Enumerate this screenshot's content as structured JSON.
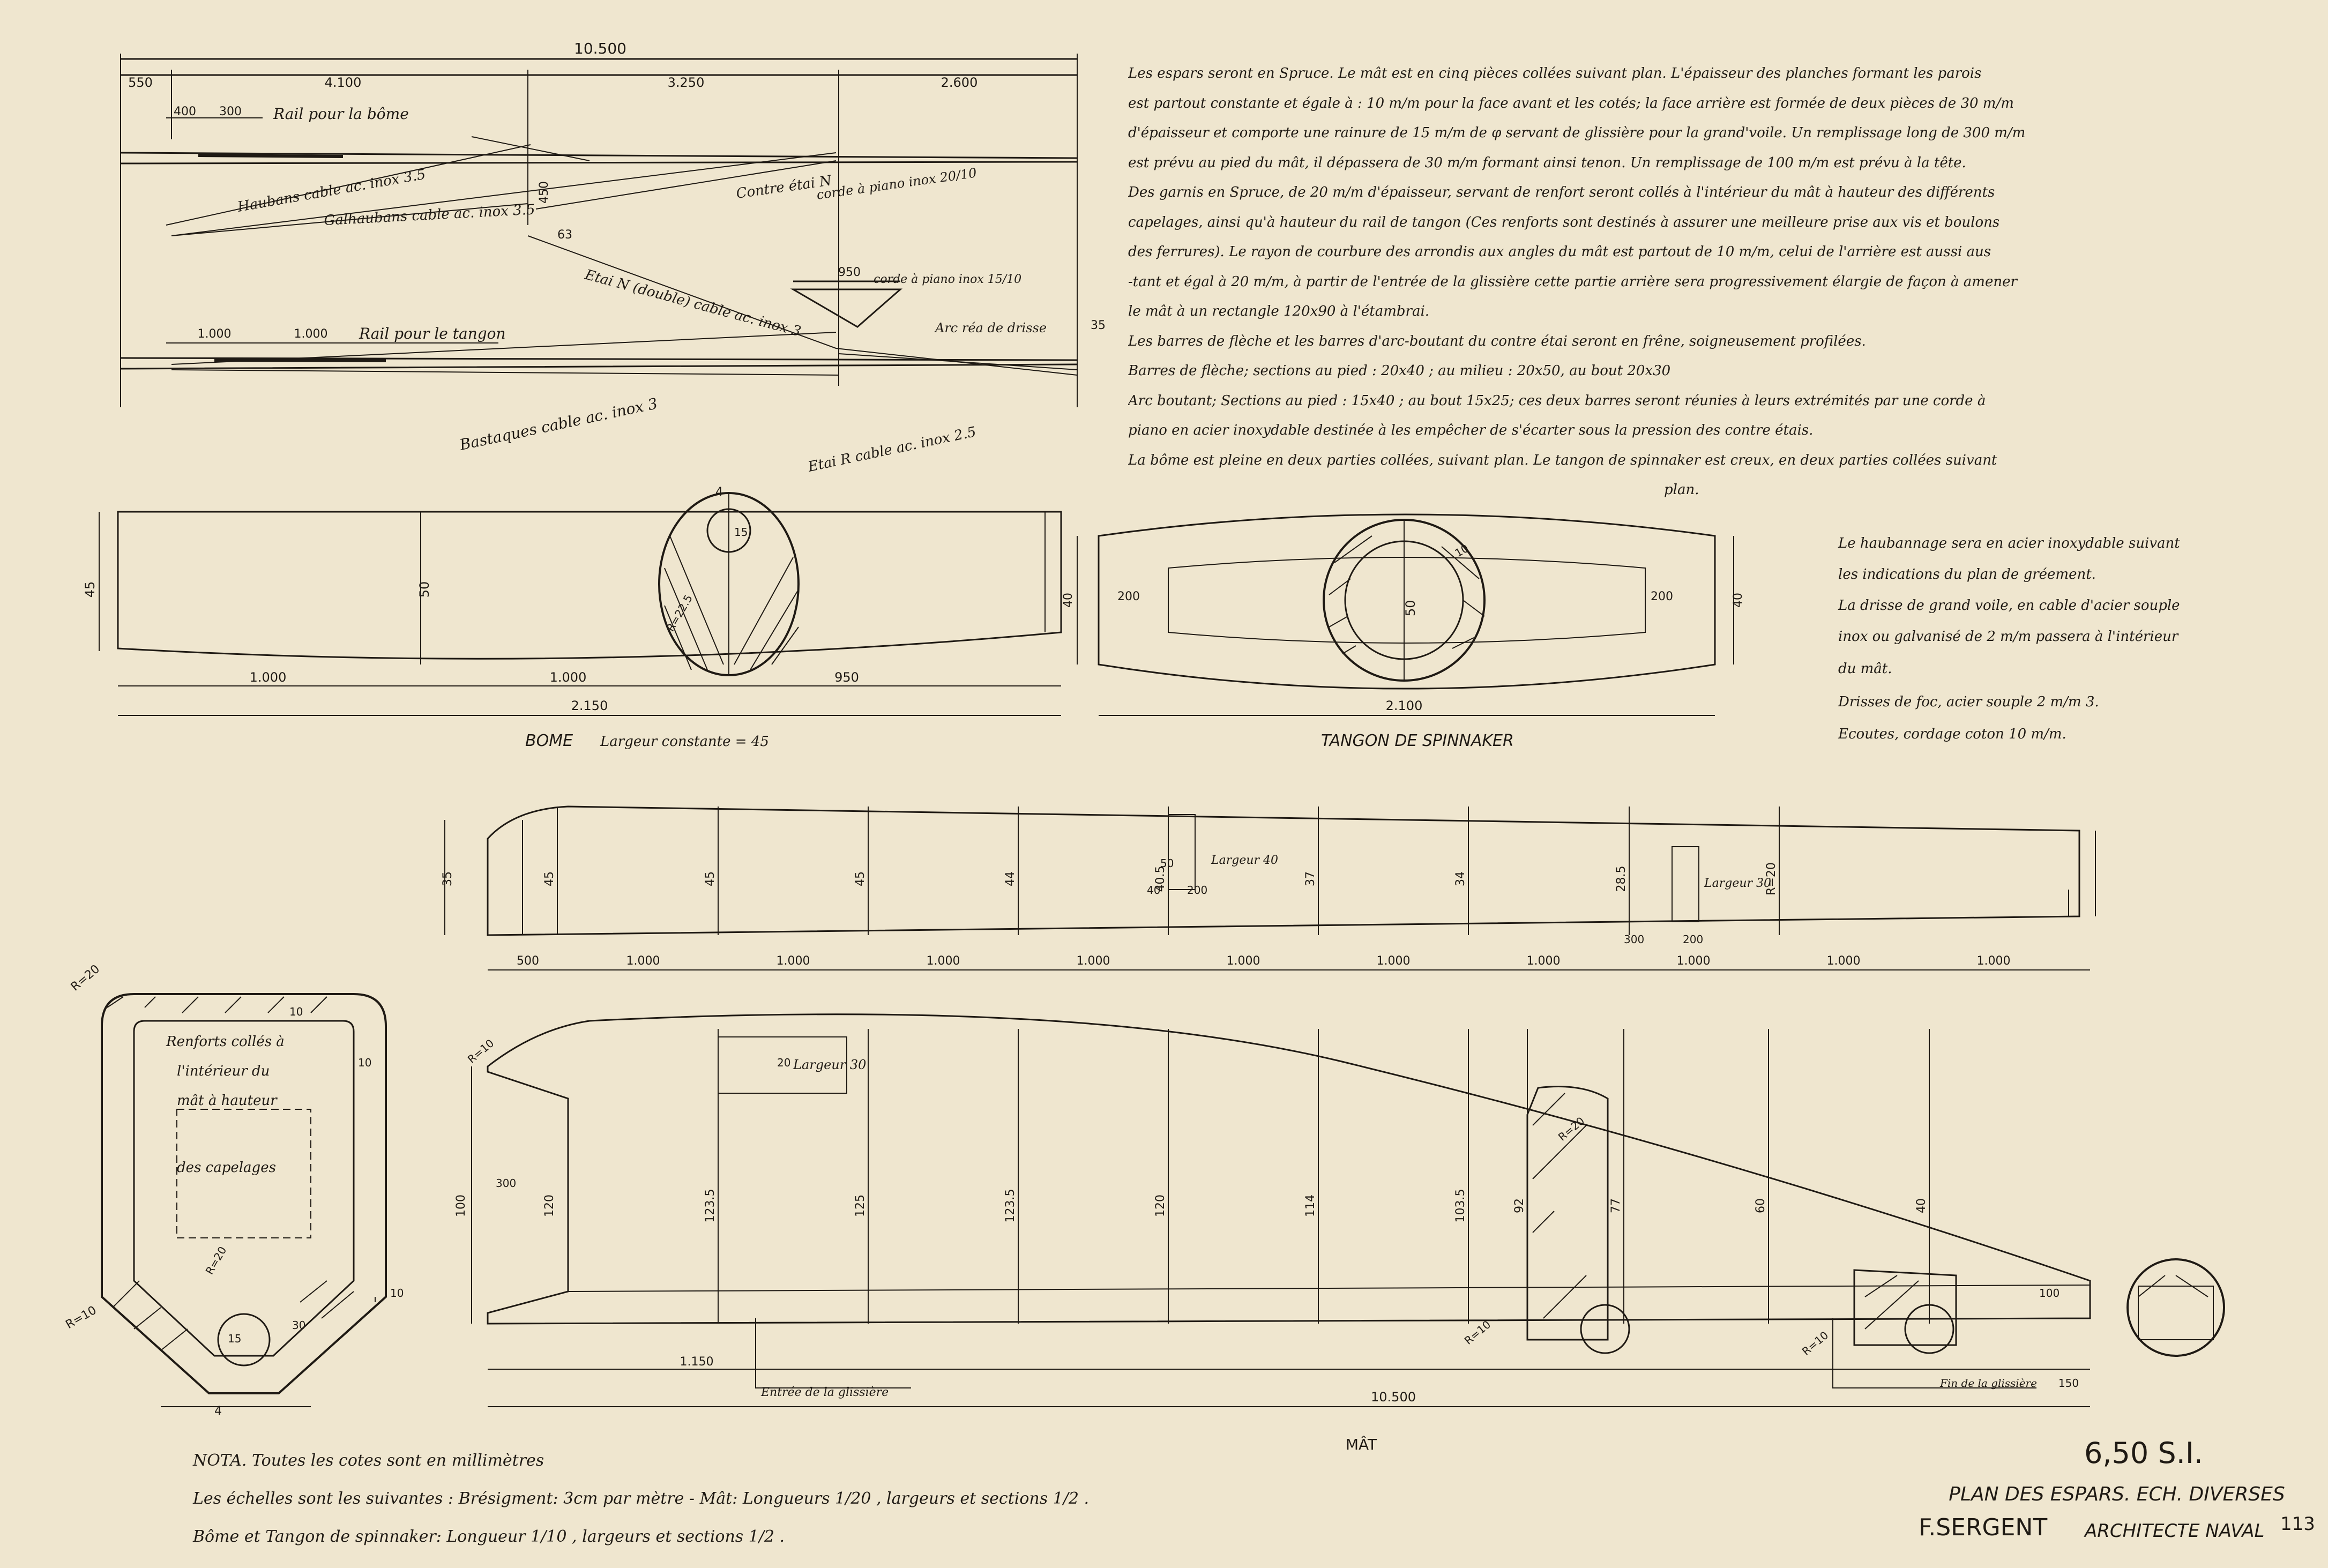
{
  "colors": {
    "paper": "#efe6cf",
    "ink": "#1f1a14",
    "faint": "#7a6f60"
  },
  "title_block": {
    "model": "6,50 S.I.",
    "plan": "PLAN DES ESPARS. ECH. DIVERSES",
    "architect": "F.SERGENT",
    "role": "ARCHITECTE NAVAL",
    "sheet_no": "113"
  },
  "notes": {
    "lines": [
      "Les espars seront en Spruce. Le mât est en cinq pièces collées suivant plan. L'épaisseur des planches formant les parois",
      "est partout constante et égale à : 10 m/m pour la face avant et les cotés; la face arrière est formée de deux pièces de 30 m/m",
      "d'épaisseur et comporte une rainure de 15 m/m de φ servant de glissière pour la grand'voile. Un remplissage long de 300 m/m",
      "est prévu au pied du mât, il dépassera de 30 m/m formant ainsi tenon. Un remplissage de 100 m/m est prévu à la tête.",
      "Des garnis en Spruce, de 20 m/m d'épaisseur, servant de renfort seront collés à l'intérieur du mât à hauteur des différents",
      "capelages, ainsi qu'à hauteur du rail de tangon (Ces renforts sont destinés à assurer une meilleure prise aux vis et boulons",
      "des ferrures). Le rayon de courbure des arrondis aux angles du mât est partout de 10 m/m, celui de l'arrière est aussi aus",
      "-tant et égal à 20 m/m, à partir de l'entrée de la glissière cette partie arrière sera progressivement élargie de façon à amener",
      "le mât à un rectangle 120x90 à l'étambrai.",
      "Les barres de flèche et les barres d'arc-boutant du contre étai seront en frêne, soigneusement profilées.",
      "Barres de flèche; sections au pied : 20x40 ; au milieu : 20x50, au bout 20x30",
      "Arc boutant; Sections au pied : 15x40 ; au bout 15x25; ces deux barres seront réunies à leurs extrémités par une corde à",
      "piano en acier inoxydable destinée à les empêcher de s'écarter sous la pression des contre étais.",
      "La bôme est pleine en deux parties collées, suivant plan. Le tangon de spinnaker est creux, en deux parties collées suivant",
      "plan."
    ],
    "side": [
      "Le haubannage sera en acier inoxydable suivant",
      "les indications du plan de gréement.",
      "La drisse de grand voile, en cable d'acier souple",
      "inox ou galvanisé de 2 m/m passera à l'intérieur",
      "du mât.",
      "Drisses de foc, acier souple 2 m/m 3.",
      "Ecoutes, cordage coton 10 m/m."
    ]
  },
  "footnote": {
    "nota": "NOTA. Toutes les cotes sont en millimètres",
    "scale1": "Les échelles sont les suivantes : Brésigment: 3cm par mètre - Mât: Longueurs 1/20 , largeurs et sections 1/2 .",
    "scale2": "Bôme et Tangon de spinnaker: Longueur 1/10 , largeurs et sections 1/2 ."
  },
  "rigging": {
    "overall": "10.500",
    "segs": [
      "550",
      "4.100",
      "3.250",
      "2.600"
    ],
    "sub": [
      "400",
      "300"
    ],
    "rail_boom": "Rail pour la bôme",
    "rail_tangon": "Rail pour le tangon",
    "tangon_segs": [
      "1.000",
      "1.000"
    ],
    "labels": {
      "haubans": "Haubans cable ac. inox 3.5",
      "galhaubans": "Galhaubans cable ac. inox 3.5",
      "contre_etai": "Contre étai N",
      "corde_piano": "corde à piano inox 20/10",
      "etai_double": "Etai N (double) cable ac. inox 3",
      "corde_piano2": "corde à piano inox 15/10",
      "arc_drisse": "Arc réa de drisse",
      "bastaques": "Bastaques cable ac. inox 3",
      "etai_r": "Etai R cable ac. inox 2.5"
    },
    "dims": {
      "d950": "950",
      "d450": "450",
      "d35": "35",
      "d63": "63"
    }
  },
  "boom": {
    "label": "BOME",
    "sub": "Largeur constante = 45",
    "total": "2.150",
    "segs": [
      "1.000",
      "1.000",
      "950"
    ],
    "height": "50",
    "end": "45",
    "sec_top": "4",
    "sec_d": "15",
    "sec_r": "R=22.5"
  },
  "tangon": {
    "label": "TANGON DE SPINNAKER",
    "total": "2.100",
    "ends": [
      "200",
      "200"
    ],
    "h": [
      "40",
      "40"
    ],
    "sec_d": "50",
    "sec_w": "10"
  },
  "mast": {
    "label": "MÂT",
    "total": "10.500",
    "segs": [
      "500",
      "1.000",
      "1.000",
      "1.000",
      "1.000",
      "1.000",
      "1.000",
      "1.000",
      "1.000",
      "1.000",
      "1.000"
    ],
    "upper_h": [
      "35",
      "45",
      "45",
      "45",
      "44",
      "40.5",
      "37",
      "34",
      "28.5",
      "R=20"
    ],
    "lower_h": [
      "100",
      "120",
      "123.5",
      "125",
      "123.5",
      "120",
      "114",
      "103.5",
      "92",
      "77",
      "60",
      "40"
    ],
    "width_notes": [
      "Largeur 40",
      "Largeur 30",
      "Largeur 30"
    ],
    "small_dims": [
      "40",
      "50",
      "200",
      "20",
      "300",
      "200",
      "300",
      "100"
    ],
    "entree": "Entrée de la glissière",
    "fin": "Fin de la glissière",
    "foot_dims": [
      "1.150",
      "150"
    ],
    "r_notes": [
      "R=10",
      "R=20",
      "R=10",
      "R=10"
    ]
  },
  "section_left": {
    "notes": [
      "Renforts collés à",
      "l'intérieur du",
      "mât à hauteur",
      "des capelages"
    ],
    "dims": [
      "R=20",
      "10",
      "10",
      "R=20",
      "30",
      "10",
      "R=10",
      "15",
      "4"
    ]
  }
}
